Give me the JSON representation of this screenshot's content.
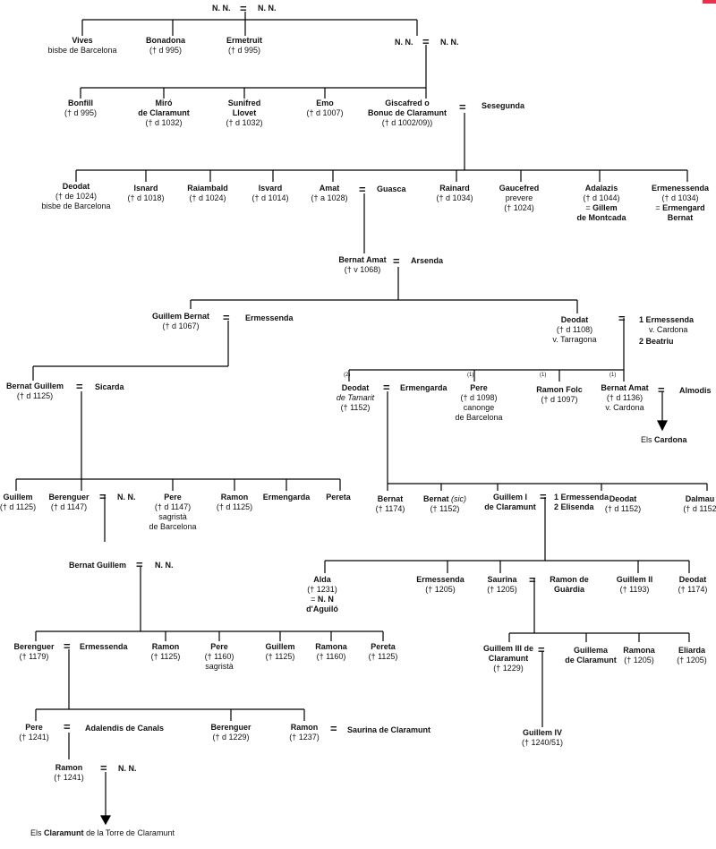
{
  "top": {
    "parent1": "N. N.",
    "parent2": "N. N.",
    "vives": {
      "name": "Vives",
      "note": "bisbe de Barcelona"
    },
    "bonadona": {
      "name": "Bonadona",
      "date": "(† d 995)"
    },
    "ermetruit": {
      "name": "Ermetruit",
      "date": "(† d 995)"
    },
    "nn1": "N. N.",
    "nn2": "N. N."
  },
  "gen2": {
    "bonfill": {
      "name": "Bonfill",
      "date": "(† d 995)"
    },
    "miro": {
      "name": "Miró",
      "sub": "de Claramunt",
      "date": "(† d 1032)"
    },
    "sunifred": {
      "name": "Sunifred",
      "sub": "Llovet",
      "date": "(† d 1032)"
    },
    "emo": {
      "name": "Emo",
      "date": "(† d 1007)"
    },
    "giscafred": {
      "name": "Giscafred o",
      "sub": "Bonuc de Claramunt",
      "date": "(† d 1002/09))"
    },
    "sesegunda": "Sesegunda"
  },
  "gen3": {
    "deodat": {
      "name": "Deodat",
      "date": "(† de 1024)",
      "note": "bisbe de Barcelona"
    },
    "isnard": {
      "name": "Isnard",
      "date": "(† d 1018)"
    },
    "raiambald": {
      "name": "Raiambald",
      "date": "(† d 1024)"
    },
    "isvard": {
      "name": "Isvard",
      "date": "(† d 1014)"
    },
    "amat": {
      "name": "Amat",
      "date": "(† a 1028)"
    },
    "guasca": "Guasca",
    "rainard": {
      "name": "Rainard",
      "date": "(† d 1034)"
    },
    "gaucefred": {
      "name": "Gaucefred",
      "note": "prevere",
      "date": "(† 1024)"
    },
    "adalazis": {
      "name": "Adalazis",
      "date": "(† d 1044)",
      "sp1": "Gillem",
      "sp2": "de Montcada"
    },
    "ermenessenda": {
      "name": "Ermenessenda",
      "date": "(† d 1034)",
      "sp1": "Ermengard",
      "sp2": "Bernat"
    }
  },
  "gen4": {
    "bernatamat": {
      "name": "Bernat Amat",
      "date": "(† v 1068)"
    },
    "arsenda": "Arsenda"
  },
  "gen5": {
    "guillembernat": {
      "name": "Guillem Bernat",
      "date": "(† d 1067)"
    },
    "ermessenda": "Ermessenda",
    "deodat": {
      "name": "Deodat",
      "date": "(† d 1108)",
      "note": "v. Tarragona"
    },
    "w1": "1 Ermessenda",
    "w1note": "v. Cardona",
    "w2": "2 Beatriu"
  },
  "gen6": {
    "bernatguillem": {
      "name": "Bernat Guillem",
      "date": "(† d 1125)"
    },
    "sicarda": "Sicarda",
    "deodat": {
      "mark": "(2)",
      "name": "Deodat",
      "sub": "de Tamarit",
      "date": "(† 1152)"
    },
    "ermengarda": "Ermengarda",
    "pere": {
      "mark": "(1)",
      "name": "Pere",
      "date": "(† d 1098)",
      "note1": "canonge",
      "note2": "de Barcelona"
    },
    "ramonfolc": {
      "mark": "(1)",
      "name": "Ramon Folc",
      "date": "(† d 1097)"
    },
    "bernatamat": {
      "mark": "(1)",
      "name": "Bernat Amat",
      "date": "(† d 1136)",
      "note": "v. Cardona"
    },
    "almodis": "Almodis",
    "cardona_pre": "Els",
    "cardona": "Cardona"
  },
  "gen7": {
    "guillem": {
      "name": "Guillem",
      "date": "(† d 1125)"
    },
    "berenguer": {
      "name": "Berenguer",
      "date": "(† d 1147)"
    },
    "nn": "N. N.",
    "pere": {
      "name": "Pere",
      "date": "(† d 1147)",
      "note1": "sagristà",
      "note2": "de Barcelona"
    },
    "ramon": {
      "name": "Ramon",
      "date": "(† d 1125)"
    },
    "ermengarda": "Ermengarda",
    "pereta": "Pereta",
    "bernat1": {
      "name": "Bernat",
      "date": "(† 1174)"
    },
    "bernat2": {
      "name": "Bernat",
      "sic": "(sic)",
      "date": "(† 1152)"
    },
    "guillemI": {
      "name": "Guillem I",
      "sub": "de Claramunt"
    },
    "w1": "1 Ermessenda",
    "w2": "2 Elisenda",
    "deodat": {
      "name": "Deodat",
      "date": "(† d 1152)"
    },
    "dalmau": {
      "name": "Dalmau",
      "date": "(† d 1152"
    }
  },
  "gen8": {
    "bernatguillem": "Bernat Guillem",
    "nn": "N. N.",
    "alda": {
      "name": "Alda",
      "date": "(† 1231)",
      "sp1": "N. N",
      "sp2": "d'Aguiló"
    },
    "ermessenda": {
      "name": "Ermessenda",
      "date": "(† 1205)"
    },
    "saurina": {
      "name": "Saurina",
      "date": "(† 1205)"
    },
    "ramondeguardia": {
      "name": "Ramon de",
      "sub": "Guàrdia"
    },
    "guillemII": {
      "name": "Guillem II",
      "date": "(† 1193)"
    },
    "deodat": {
      "name": "Deodat",
      "date": "(† 1174)"
    }
  },
  "gen9": {
    "berenguer": {
      "name": "Berenguer",
      "date": "(† 1179)"
    },
    "ermessenda": "Ermessenda",
    "ramon": {
      "name": "Ramon",
      "date": "(† 1125)"
    },
    "pere": {
      "name": "Pere",
      "date": "(† 1160)",
      "note": "sagristà"
    },
    "guillem": {
      "name": "Guillem",
      "date": "(† 1125)"
    },
    "ramona": {
      "name": "Ramona",
      "date": "(† 1160)"
    },
    "pereta": {
      "name": "Pereta",
      "date": "(† 1125)"
    },
    "guillemIII": {
      "name": "Guillem III de",
      "sub": "Claramunt",
      "date": "(† 1229)"
    },
    "guillema": {
      "name": "Guillema",
      "sub": "de Claramunt"
    },
    "ramona2": {
      "name": "Ramona",
      "date": "(† 1205)"
    },
    "eliarda": {
      "name": "Eliarda",
      "date": "(† 1205)"
    }
  },
  "gen10": {
    "pere": {
      "name": "Pere",
      "date": "(† 1241)"
    },
    "adalendis": "Adalendis de Canals",
    "berenguer": {
      "name": "Berenguer",
      "date": "(† d 1229)"
    },
    "ramon": {
      "name": "Ramon",
      "date": "(† 1237)"
    },
    "saurina": "Saurina de Claramunt",
    "guillemIV": {
      "name": "Guillem IV",
      "date": "(† 1240/51)"
    }
  },
  "gen11": {
    "ramon": {
      "name": "Ramon",
      "date": "(† 1241)"
    },
    "nn": "N. N.",
    "footer_pre": "Els",
    "footer_bold": "Claramunt",
    "footer_post": "de la Torre de Claramunt"
  }
}
